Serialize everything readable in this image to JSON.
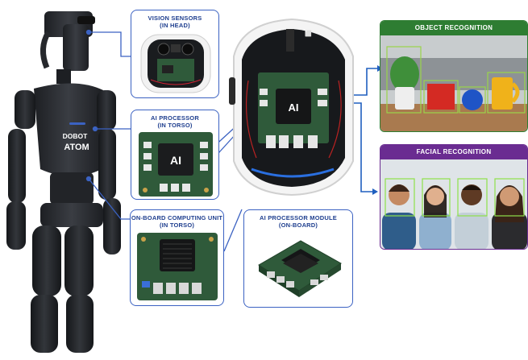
{
  "robot": {
    "name_line1": "DOBOT",
    "name_line2": "ATOM"
  },
  "callouts": {
    "vision": {
      "line1": "VISION SENSORS",
      "line2": "(IN HEAD)"
    },
    "ai_processor": {
      "line1": "AI PROCESSOR",
      "line2": "(IN TORSO)",
      "chip_label": "AI"
    },
    "computing": {
      "line1": "ON-BOARD COMPUTING UNIT",
      "line2": "(IN TORSO)"
    },
    "module": {
      "line1": "AI PROCESSOR MODULE",
      "line2": "(ON-BOARD)"
    }
  },
  "head_chip_label": "AI",
  "panels": {
    "object": {
      "title": "OBJECT RECOGNITION",
      "color": "#2e7d32"
    },
    "facial": {
      "title": "FACIAL RECOGNITION",
      "color": "#6a2c91"
    }
  },
  "colors": {
    "accent_blue": "#3b62c2",
    "robot_body": "#2b2d31",
    "pcb_green": "#2f5a3a"
  }
}
